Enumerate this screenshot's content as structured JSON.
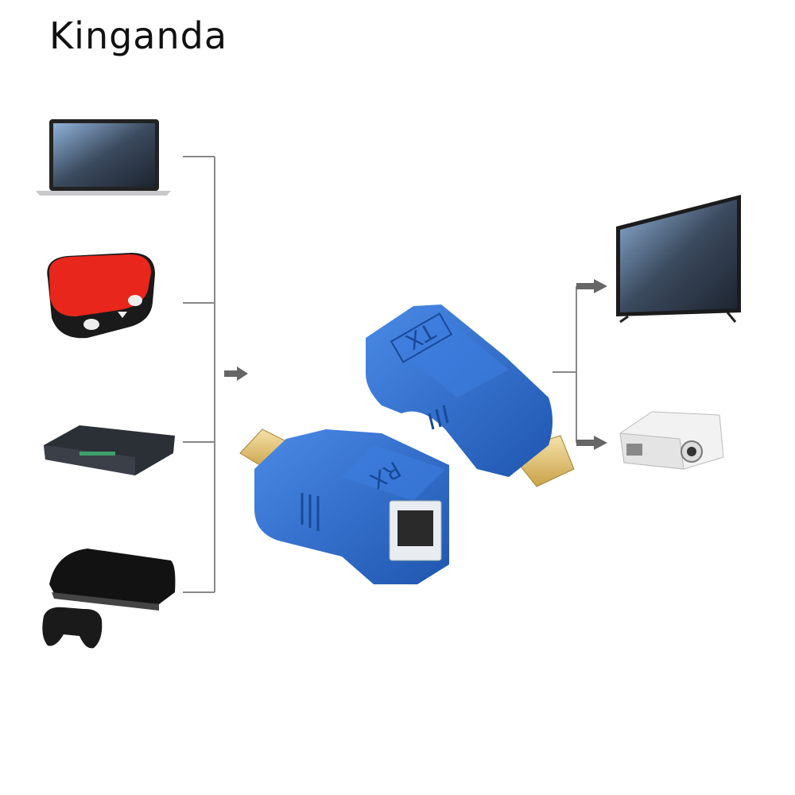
{
  "brand": {
    "name": "Kinganda"
  },
  "sources": [
    {
      "icon": "laptop-icon"
    },
    {
      "icon": "media-box-icon"
    },
    {
      "icon": "dvd-player-icon"
    },
    {
      "icon": "game-console-icon"
    }
  ],
  "adapters": {
    "transmitter_label": "TX",
    "receiver_label": "RX",
    "color": "#2f6fd0"
  },
  "outputs": [
    {
      "icon": "tv-icon"
    },
    {
      "icon": "projector-icon"
    }
  ]
}
